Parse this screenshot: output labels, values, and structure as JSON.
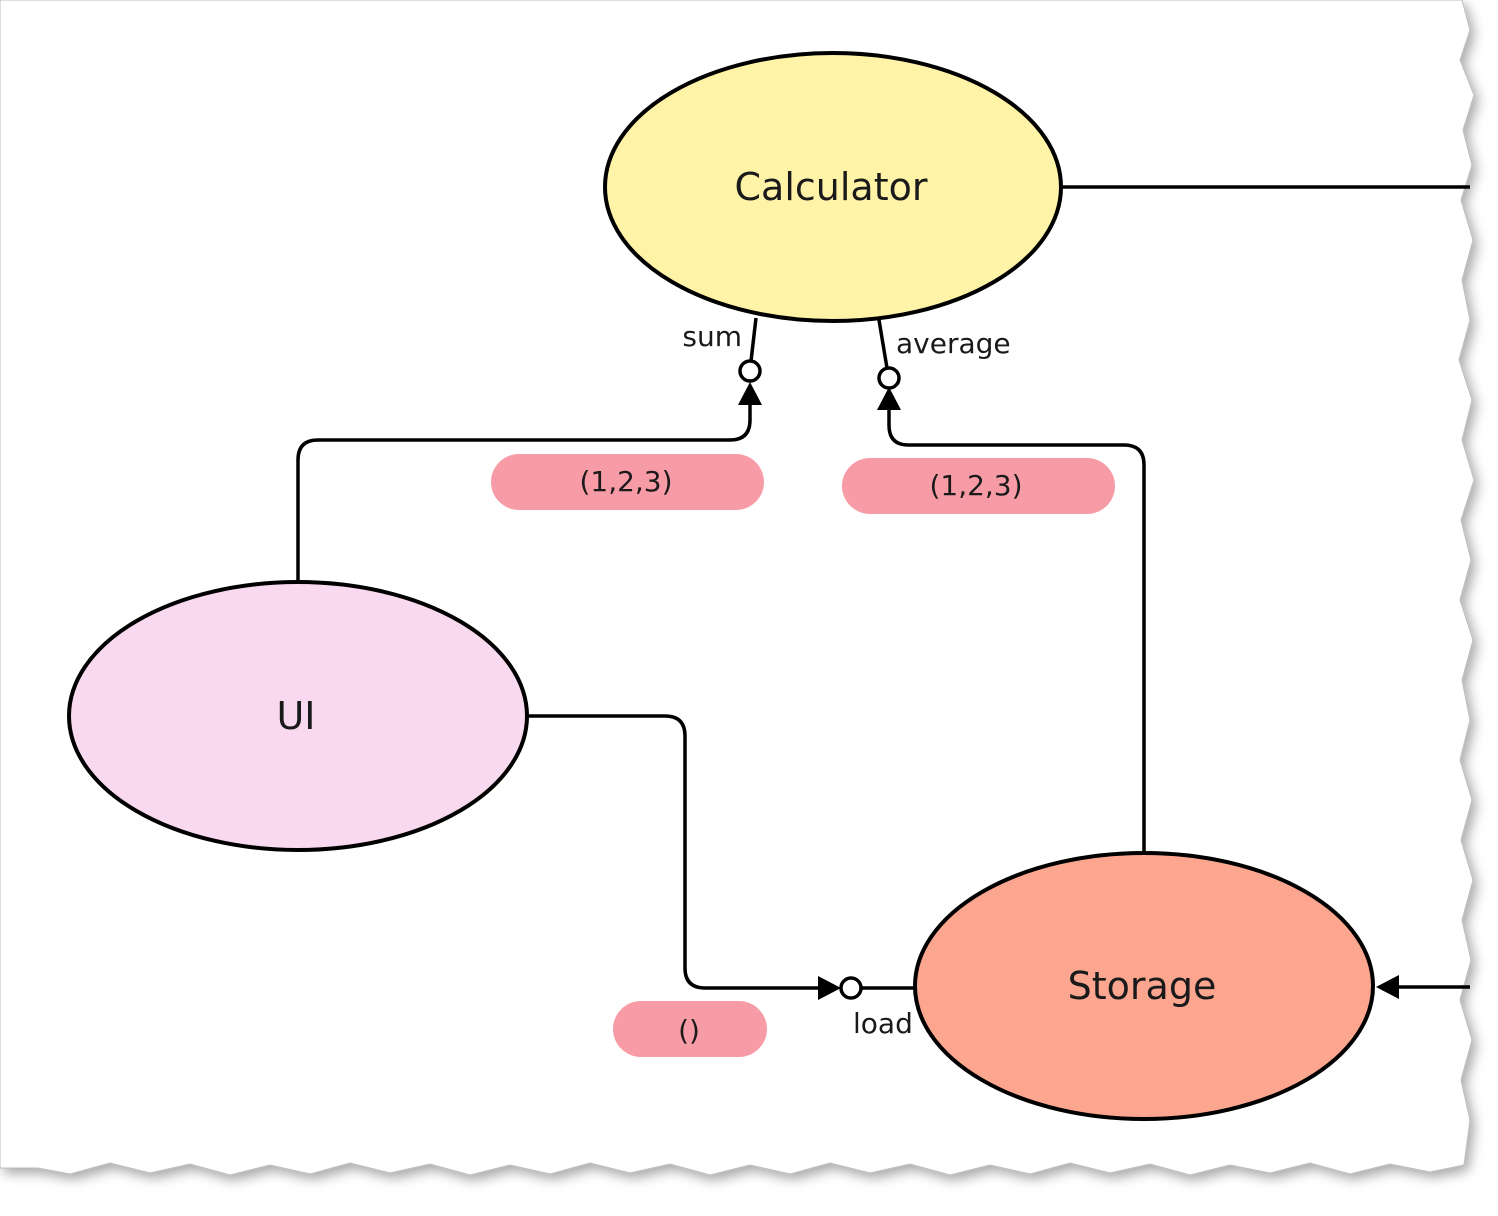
{
  "diagram": {
    "nodes": {
      "calculator": {
        "label": "Calculator",
        "fill": "#fff3a8"
      },
      "ui": {
        "label": "UI",
        "fill": "#f9d9f0"
      },
      "storage": {
        "label": "Storage",
        "fill": "#fca690"
      }
    },
    "ports": {
      "sum": "sum",
      "average": "average",
      "load": "load"
    },
    "messages": {
      "ui_to_sum": "(1,2,3)",
      "storage_to_average": "(1,2,3)",
      "ui_to_load": "()"
    },
    "colors": {
      "message_fill": "#f79ca6",
      "stroke": "#000000"
    }
  }
}
